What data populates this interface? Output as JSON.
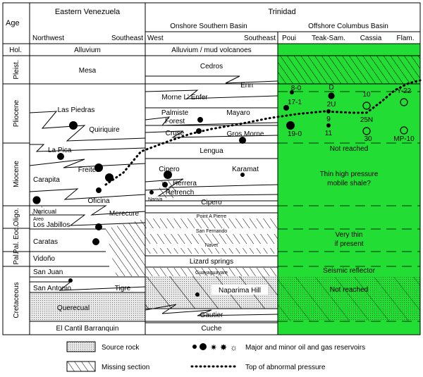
{
  "header": {
    "age": "Age",
    "ev": "Eastern Venezuela",
    "trinidad": "Trinidad",
    "nw": "Northwest",
    "se": "Southeast",
    "onshore": "Onshore  Southern Basin",
    "west": "West",
    "southeast2": "Southeast",
    "offshore": "Offshore Columbus Basin",
    "poui": "Poui",
    "teak": "Teak-Sam.",
    "cassia": "Cassia",
    "flam": "Flam."
  },
  "ages": {
    "hol": "Hol.",
    "pleist": "Pleist.",
    "plio": "Pliocene",
    "mio": "Miocene",
    "oligo": "Oligo.",
    "eoc": "Pal. Eoc.",
    "pal": "Pal.",
    "cret": "Cretaceous"
  },
  "ev_units": {
    "alluvium": "Alluvium",
    "mesa": "Mesa",
    "piedras": "Las Piedras",
    "quiriquire": "Quiriquire",
    "lapica": "La Pica",
    "freites": "Freites",
    "carapita": "Carapita",
    "oficina": "Oficina",
    "naricual": "Naricual",
    "areo": "Areo",
    "merecure": "Merecure",
    "jabillos": "Los Jabillos",
    "caratas": "Caratas",
    "vidono": "Vidoño",
    "sanjuan": "San Juan",
    "sanantonio": "San Antonio",
    "tigre": "Tigre",
    "querecual": "Querecual",
    "cantil": "El Cantil Barranquin"
  },
  "tr_units": {
    "alluvium": "Alluvium / mud volcanoes",
    "cedros": "Cedros",
    "erin": "Erin",
    "morne": "Morne L' Enfer",
    "palmiste": "Palmiste",
    "forest": "Forest",
    "mayaro": "Mayaro",
    "cruse": "Cruse",
    "grosmorne": "Gros Morne",
    "lengua": "Lengua",
    "cipero": "Cipero",
    "karamat": "Karamat",
    "herrera": "Herrera",
    "retrench": "Retrench",
    "nariva": "Nariva",
    "cipero2": "Cipero",
    "pointapierre": "Point A Pierre",
    "sanfernando": "San Fernando",
    "navet": "Navet",
    "lizard": "Lizard springs",
    "guaya": "Guayaguayare",
    "naparima": "Naparima Hill",
    "gautier": "Gautier",
    "cuche": "Cuche"
  },
  "offshore": {
    "r80": "8-0",
    "r171": "17-1",
    "rD": "D",
    "r2U": "2U",
    "r10": "10",
    "rY22": "Y-22",
    "r9": "9",
    "r25N": "25N",
    "r190": "19-0",
    "r11": "11",
    "r30": "30",
    "rMP10": "MP-10",
    "notreached1": "Not reached",
    "thin1": "Thin high pressure",
    "thin2": "mobile shale?",
    "verythin1": "Very thin",
    "verythin2": "if present",
    "seismic": "Seismic reflector",
    "notreached2": "Not reached"
  },
  "legend": {
    "source": "Source rock",
    "missing": "Missing section",
    "reservoirs": "Major and minor oil and gas reservoirs",
    "pressure": "Top of abnormal pressure"
  },
  "colors": {
    "offshore": "#22dd33",
    "source": "#cfcfcf"
  }
}
